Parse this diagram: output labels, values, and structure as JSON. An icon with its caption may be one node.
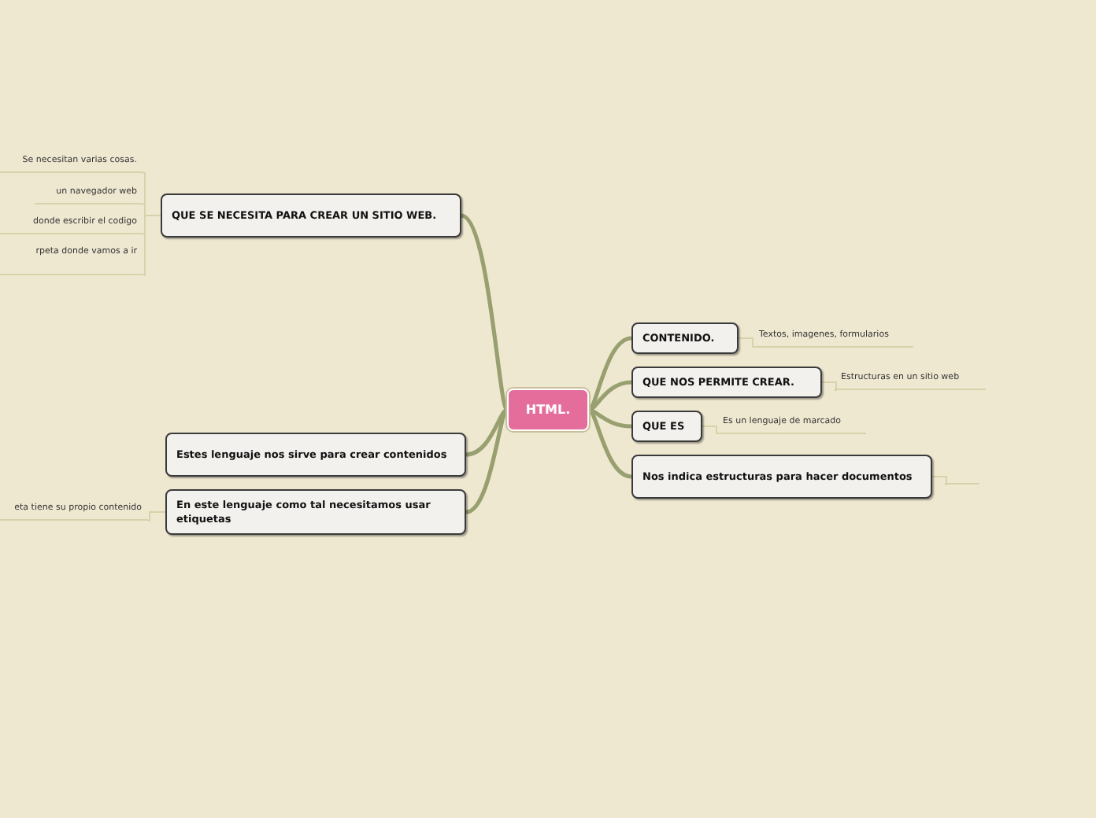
{
  "diagram": {
    "nodes": [
      {
        "text": [
          "HTML."
        ]
      },
      {
        "text": [
          "QUE SE NECESITA PARA CREAR UN SITIO WEB."
        ]
      },
      {
        "text": [
          "Se necesitan varias cosas."
        ]
      },
      {
        "text": [
          "un navegador web"
        ]
      },
      {
        "text": [
          "donde escribir el codigo"
        ]
      },
      {
        "text": [
          "rpeta donde vamos a ir"
        ]
      },
      {
        "text": [
          "Estes lenguaje nos sirve para crear contenidos"
        ]
      },
      {
        "text": [
          "En este lenguaje como tal necesitamos usar etiquetas"
        ]
      },
      {
        "text": [
          "eta tiene su propio contenido"
        ]
      },
      {
        "text": [
          "CONTENIDO."
        ]
      },
      {
        "text": [
          "Textos, imagenes, formularios"
        ]
      },
      {
        "text": [
          "QUE NOS PERMITE CREAR."
        ]
      },
      {
        "text": [
          "Estructuras en un sitio web"
        ]
      },
      {
        "text": [
          "QUE ES"
        ]
      },
      {
        "text": [
          "Es un lenguaje de marcado"
        ]
      },
      {
        "text": [
          "Nos indica estructuras para hacer documentos"
        ]
      },
      {
        "text": [],
        "shape": "bar"
      }
    ],
    "edges": [
      {
        "from": 0,
        "to": 1,
        "arrow": "none",
        "style": "thick"
      },
      {
        "from": 0,
        "to": 6,
        "arrow": "none",
        "style": "thick"
      },
      {
        "from": 0,
        "to": 7,
        "arrow": "none",
        "style": "thick"
      },
      {
        "from": 0,
        "to": 9,
        "arrow": "none",
        "style": "thick"
      },
      {
        "from": 0,
        "to": 11,
        "arrow": "none",
        "style": "thick"
      },
      {
        "from": 0,
        "to": 13,
        "arrow": "none",
        "style": "thick"
      },
      {
        "from": 0,
        "to": 15,
        "arrow": "none",
        "style": "thick"
      },
      {
        "from": 1,
        "to": 2,
        "arrow": "none"
      },
      {
        "from": 1,
        "to": 3,
        "arrow": "none"
      },
      {
        "from": 1,
        "to": 4,
        "arrow": "none"
      },
      {
        "from": 1,
        "to": 5,
        "arrow": "none"
      },
      {
        "from": 7,
        "to": 8,
        "arrow": "none"
      },
      {
        "from": 9,
        "to": 10,
        "arrow": "none"
      },
      {
        "from": 11,
        "to": 12,
        "arrow": "none"
      },
      {
        "from": 13,
        "to": 14,
        "arrow": "none"
      },
      {
        "from": 15,
        "to": 16,
        "arrow": "none"
      }
    ]
  }
}
